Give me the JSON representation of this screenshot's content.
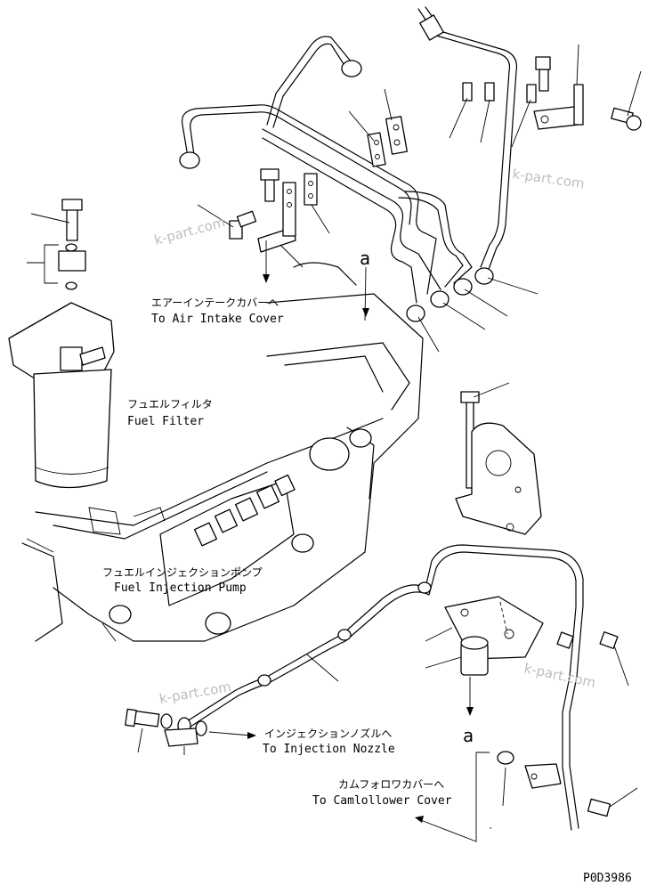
{
  "labels": {
    "air_intake_jp": "エアーインテークカバーへ",
    "air_intake_en": "To Air Intake Cover",
    "fuel_filter_jp": "フュエルフィルタ",
    "fuel_filter_en": "Fuel Filter",
    "injection_pump_jp": "フュエルインジェクションポンプ",
    "injection_pump_en": "Fuel Injection Pump",
    "injection_nozzle_jp": "インジェクションノズルへ",
    "injection_nozzle_en": "To Injection Nozzle",
    "camfollower_jp": "カムフォロワカバーへ",
    "camfollower_en": "To Camlollower Cover",
    "ref_a_top": "a",
    "ref_a_bottom": "a",
    "drawing_code": "P0D3986"
  },
  "watermarks": [
    "k-part.com",
    "k-part.com",
    "k-part.com",
    "k-part.com"
  ]
}
